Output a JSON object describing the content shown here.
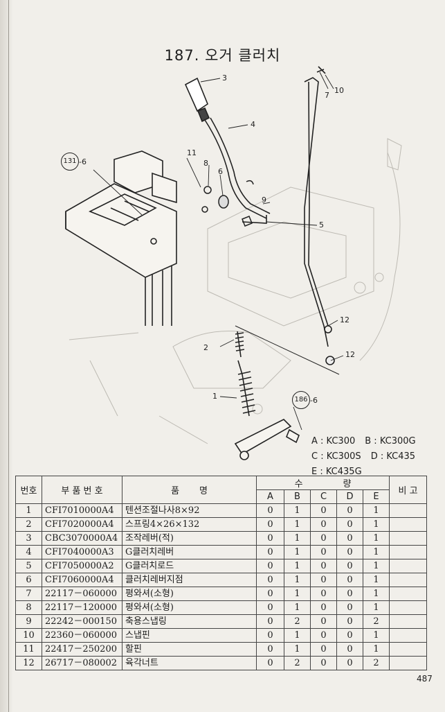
{
  "page_title": "187. 오거 클러치",
  "callouts": {
    "c1": "1",
    "c2": "2",
    "c3": "3",
    "c4": "4",
    "c5": "5",
    "c6": "6",
    "c7": "7",
    "c8": "8",
    "c9": "9",
    "c10": "10",
    "c11": "11",
    "c12a": "12",
    "c12b": "12",
    "ref131": "131",
    "ref131_sub": "-6",
    "ref186": "186",
    "ref186_sub": "-6"
  },
  "legend": [
    [
      "A : KC300",
      "B : KC300G"
    ],
    [
      "C : KC300S",
      "D : KC435"
    ],
    [
      "E : KC435G"
    ]
  ],
  "table": {
    "headers": {
      "no": "번호",
      "part_no": "부 품 번 호",
      "name": "품       명",
      "qty": "수              량",
      "remark": "비 고",
      "a": "A",
      "b": "B",
      "c": "C",
      "d": "D",
      "e": "E"
    },
    "rows": [
      {
        "no": "1",
        "part": "CFI7010000A4",
        "name": "텐션조절나사8×92",
        "a": "0",
        "b": "1",
        "c": "0",
        "d": "0",
        "e": "1"
      },
      {
        "no": "2",
        "part": "CFI7020000A4",
        "name": "스프링4×26×132",
        "a": "0",
        "b": "1",
        "c": "0",
        "d": "0",
        "e": "1"
      },
      {
        "no": "3",
        "part": "CBC3070000A4",
        "name": "조작레버(적)",
        "a": "0",
        "b": "1",
        "c": "0",
        "d": "0",
        "e": "1"
      },
      {
        "no": "4",
        "part": "CFI7040000A3",
        "name": "G클러치레버",
        "a": "0",
        "b": "1",
        "c": "0",
        "d": "0",
        "e": "1"
      },
      {
        "no": "5",
        "part": "CFI7050000A2",
        "name": "G클러치로드",
        "a": "0",
        "b": "1",
        "c": "0",
        "d": "0",
        "e": "1"
      },
      {
        "no": "6",
        "part": "CFI7060000A4",
        "name": "클러치레버지점",
        "a": "0",
        "b": "1",
        "c": "0",
        "d": "0",
        "e": "1"
      },
      {
        "no": "7",
        "part": "22117－060000",
        "name": "평와셔(소형)",
        "a": "0",
        "b": "1",
        "c": "0",
        "d": "0",
        "e": "1"
      },
      {
        "no": "8",
        "part": "22117－120000",
        "name": "평와셔(소형)",
        "a": "0",
        "b": "1",
        "c": "0",
        "d": "0",
        "e": "1"
      },
      {
        "no": "9",
        "part": "22242－000150",
        "name": "축용스냅링",
        "a": "0",
        "b": "2",
        "c": "0",
        "d": "0",
        "e": "2"
      },
      {
        "no": "10",
        "part": "22360－060000",
        "name": "스냅핀",
        "a": "0",
        "b": "1",
        "c": "0",
        "d": "0",
        "e": "1"
      },
      {
        "no": "11",
        "part": "22417－250200",
        "name": "할핀",
        "a": "0",
        "b": "1",
        "c": "0",
        "d": "0",
        "e": "1"
      },
      {
        "no": "12",
        "part": "26717－080002",
        "name": "육각너트",
        "a": "0",
        "b": "2",
        "c": "0",
        "d": "0",
        "e": "2"
      }
    ]
  },
  "page_number": "487"
}
